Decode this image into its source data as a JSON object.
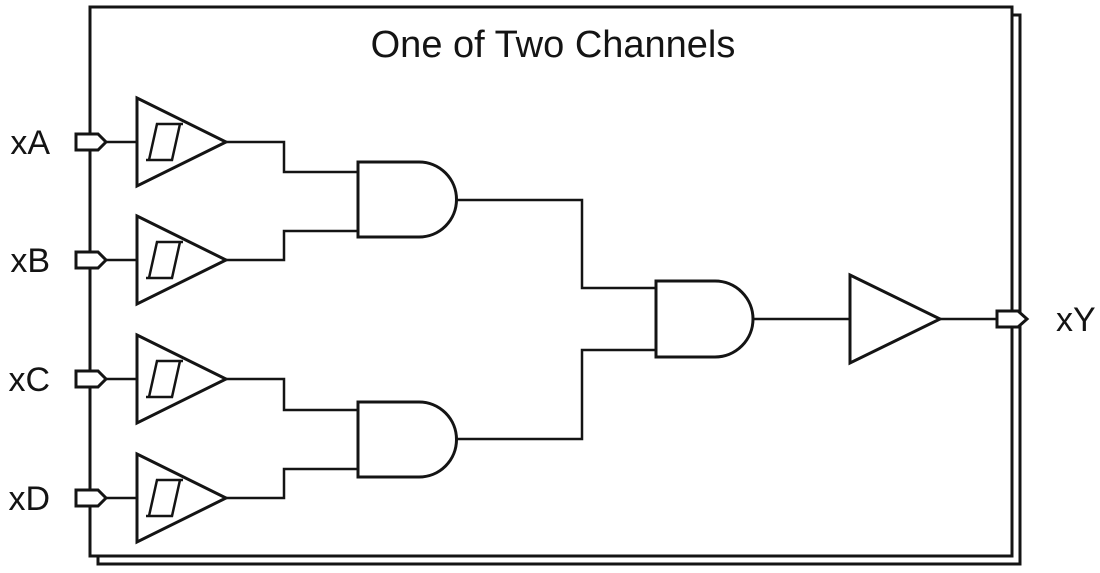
{
  "diagram": {
    "title": "One of Two Channels",
    "inputs": [
      {
        "label": "xA"
      },
      {
        "label": "xB"
      },
      {
        "label": "xC"
      },
      {
        "label": "xD"
      }
    ],
    "output": {
      "label": "xY"
    },
    "components": [
      {
        "name": "schmitt-trigger-buffer",
        "count": 4
      },
      {
        "name": "and-gate",
        "count": 3
      },
      {
        "name": "output-buffer",
        "count": 1
      },
      {
        "name": "input-pin",
        "count": 4
      },
      {
        "name": "output-pin",
        "count": 1
      }
    ]
  },
  "colors": {
    "line": "#141414",
    "background": "#ffffff"
  }
}
